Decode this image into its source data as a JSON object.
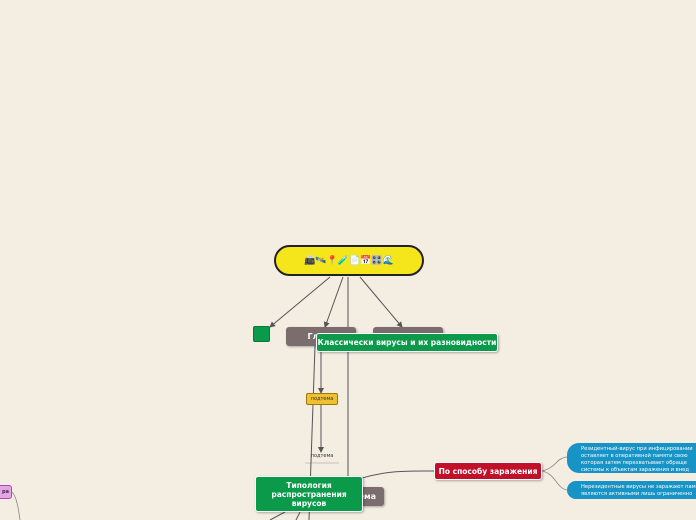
{
  "central": {
    "icons": "📠🛰️📍🧪📄📅🎛️🌊"
  },
  "nodes": {
    "gray_a": "Главн",
    "gray_b": "",
    "gray_c": "ема",
    "classic_viruses": "Классически вирусы и их разновидности",
    "subtopic_1": "подтема",
    "subtopic_2": "подтема",
    "typology": "Типология распространения вирусов",
    "by_infection": "По способу заражения",
    "resident": "Резидентный-вирус при инфицировании оставляет в оперативной памяти свою которая затем перехватывает обраще системы к объектам заражения и внед",
    "nonresident": "Нерезидентные вирусы не заражают пам являются активными лишь ограниченно",
    "pink": "ра"
  },
  "colors": {
    "background": "#f3ede2",
    "central": "#f4e61a",
    "green": "#0a9a4a",
    "gray": "#7b6d6d",
    "red": "#c0102a",
    "blue": "#1793c6",
    "yellow": "#f0c030",
    "pink": "#e6a3e8"
  }
}
